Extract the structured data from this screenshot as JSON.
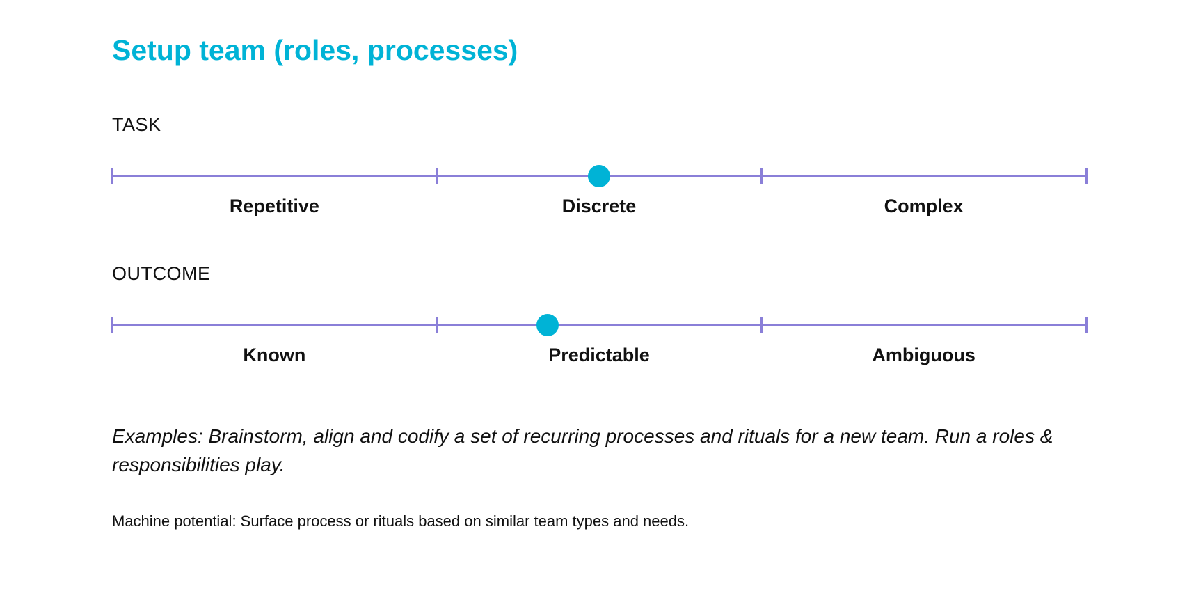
{
  "title": "Setup team (roles, processes)",
  "colors": {
    "accent": "#00b3d6",
    "scale_line": "#8a7fd8",
    "text": "#111111"
  },
  "task": {
    "label": "TASK",
    "stops": [
      "Repetitive",
      "Discrete",
      "Complex"
    ],
    "marker_position": 0.5
  },
  "outcome": {
    "label": "OUTCOME",
    "stops": [
      "Known",
      "Predictable",
      "Ambiguous"
    ],
    "marker_position": 0.447
  },
  "examples": "Examples: Brainstorm, align and codify a set of recurring processes and rituals for a new team. Run a roles & responsibilities play.",
  "machine_potential": "Machine potential: Surface process or rituals based on similar team types and needs."
}
